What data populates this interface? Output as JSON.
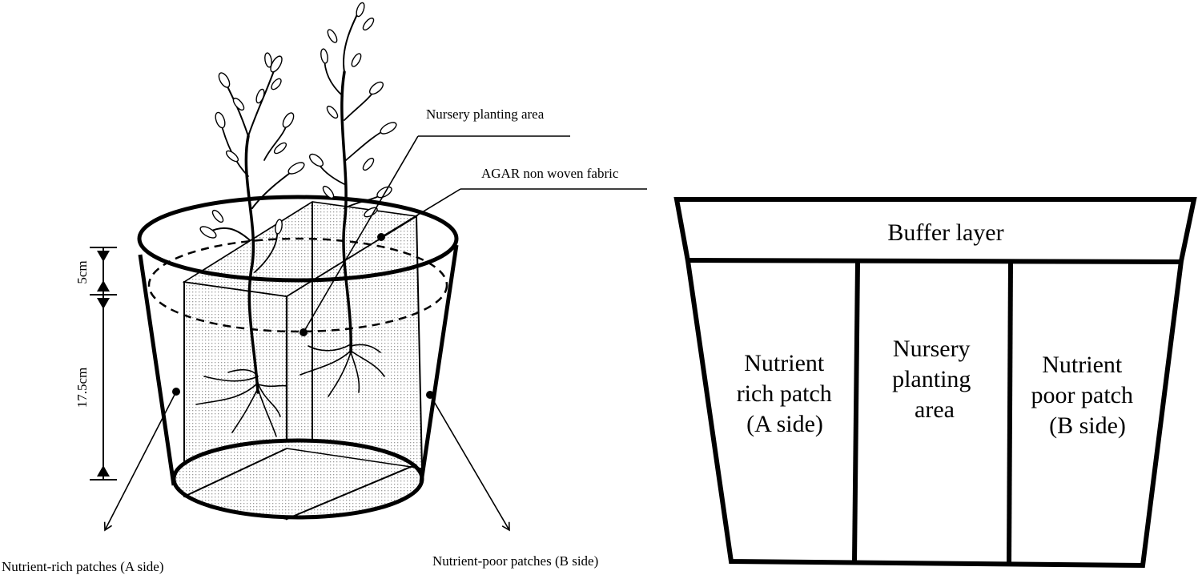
{
  "left_figure": {
    "dimension_top": "5cm",
    "dimension_bottom": "17.5cm",
    "callout_nursery": "Nursery planting area",
    "callout_agar": "AGAR non woven fabric",
    "callout_rich": "Nutrient-rich patches (A side)",
    "callout_poor": "Nutrient-poor patches (B side)"
  },
  "right_figure": {
    "buffer_layer": "Buffer layer",
    "rich_patch": [
      "Nutrient",
      "rich patch",
      "(A side)"
    ],
    "nursery_area": [
      "Nursery",
      "planting",
      "area"
    ],
    "poor_patch": [
      "Nutrient",
      "poor patch",
      "(B side)"
    ]
  },
  "colors": {
    "stroke": "#000000",
    "mesh": "#9a9a9a",
    "background": "#ffffff"
  }
}
